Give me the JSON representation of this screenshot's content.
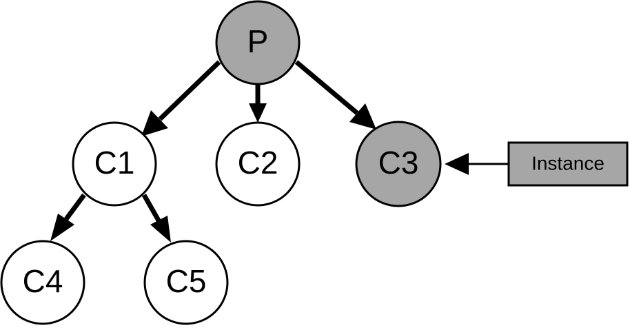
{
  "colors": {
    "highlight_fill": "#a6a6a6",
    "plain_fill": "#ffffff",
    "stroke": "#000000"
  },
  "nodes": {
    "P": {
      "label": "P",
      "highlighted": true
    },
    "C1": {
      "label": "C1",
      "highlighted": false
    },
    "C2": {
      "label": "C2",
      "highlighted": false
    },
    "C3": {
      "label": "C3",
      "highlighted": true
    },
    "C4": {
      "label": "C4",
      "highlighted": false
    },
    "C5": {
      "label": "C5",
      "highlighted": false
    }
  },
  "edges": [
    {
      "from": "P",
      "to": "C1"
    },
    {
      "from": "P",
      "to": "C2"
    },
    {
      "from": "P",
      "to": "C3"
    },
    {
      "from": "C1",
      "to": "C4"
    },
    {
      "from": "C1",
      "to": "C5"
    }
  ],
  "instance": {
    "label": "Instance",
    "points_to": "C3"
  }
}
